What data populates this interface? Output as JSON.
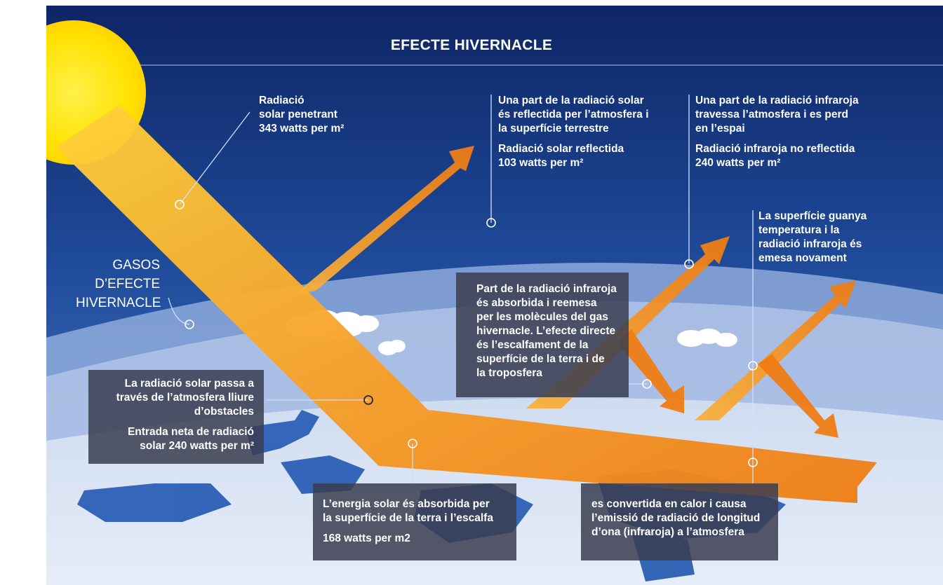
{
  "title": "EFECTE HIVERNACLE",
  "colors": {
    "space_top": "#0f2a6e",
    "space_bottom": "#3b6fc0",
    "sun": "#ffe600",
    "beam": "#f28a1a",
    "box_bg": "#3a3e50"
  },
  "labels": {
    "incoming": [
      "Radiació",
      "solar penetrant",
      "343 watts per m²"
    ],
    "reflected": {
      "desc": [
        "Una part de la radiació solar",
        "és reflectida per l’atmosfera i",
        "la superfície terrestre"
      ],
      "value": [
        "Radiació solar reflectida",
        "103 watts per m²"
      ]
    },
    "ir_escape": {
      "desc": [
        "Una part de la radiació infraroja",
        "travessa l’atmosfera i es perd",
        "en l’espai"
      ],
      "value": [
        "Radiació infraroja no reflectida",
        "240 watts per m²"
      ]
    },
    "surface_warms": [
      "La superfície guanya",
      "temperatura i la",
      "radiació infraroja és",
      "emesa novament"
    ],
    "ghg": [
      "GASOS",
      "D’EFECTE",
      "HIVERNACLE"
    ],
    "absorbed_reemitted": [
      "Part de la radiació infraroja",
      "és absorbida i reemesa",
      "per les molècules del gas",
      "hivernacle. L’efecte directe",
      "és l’escalfament de la",
      "superfície de la terra i de",
      "la troposfera"
    ],
    "passes": {
      "desc": [
        "La radiació solar passa a",
        "través de l’atmosfera lliure",
        "d’obstacles"
      ],
      "value": [
        "Entrada neta de radiació",
        "solar 240 watts per m²"
      ]
    },
    "surface_absorbs": {
      "desc": [
        "L’energia solar és absorbida per",
        "la superfície de la terra i l’escalfa"
      ],
      "value": [
        "168 watts per m2"
      ]
    },
    "converted": [
      "es convertida en calor i causa",
      "l’emissió de radiació de longitud",
      "d’ona (infraroja) a l’atmosfera"
    ]
  }
}
